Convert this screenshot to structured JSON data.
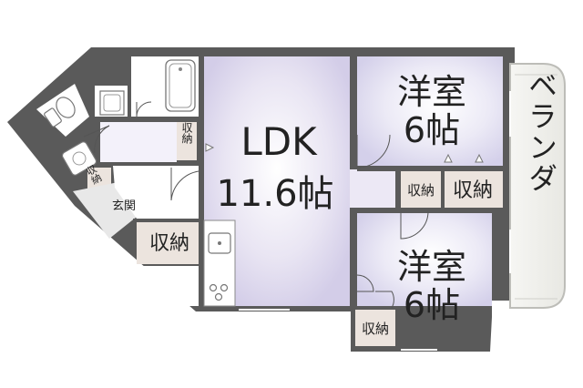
{
  "rooms": {
    "ldk_name": "LDK",
    "ldk_size": "11.6帖",
    "western1_name": "洋室",
    "western1_size": "6帖",
    "western2_name": "洋室",
    "western2_size": "6帖",
    "balcony": "ベランダ",
    "entrance": "玄関"
  },
  "storage": {
    "small_label": "収納",
    "label": "収納"
  },
  "colors": {
    "wall": "#5a5a5a",
    "room_fill": "#dcd8ee",
    "wet_area": "#ffffff",
    "hallway": "#ede9f6",
    "closet": "#ece4de",
    "balcony": "#f1f1ee"
  }
}
